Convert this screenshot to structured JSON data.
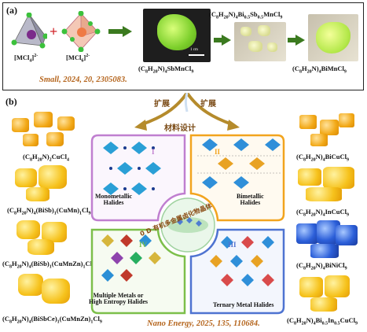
{
  "panel_a": {
    "label": "(a)",
    "left_formula_1": "[MCl4]2-",
    "left_formula_2": "[MCl6]2-",
    "plus": "+",
    "product_1": "(C8H20N)4SbMnCl9",
    "product_2": "(C8H20N)4Bi0.5Sb0.5MnCl9",
    "product_3": "(C8H20N)4BiMnCl9",
    "scale": "1 cm",
    "journal": "Small, 2024, 20, 2305083."
  },
  "panel_b": {
    "label": "(b)",
    "expand_left": "扩展",
    "expand_right": "扩展",
    "design": "材料设计",
    "left_list": [
      "(C8H20N)2CuCl4",
      "(C8H20N)4(BiSb)1(CuMn)1Cl9",
      "(C8H20N)4(BiSb)1(CuMnZn)1Cl9",
      "(C8H20N)4(BiSbCe)1(CuMnZn)1Cl9"
    ],
    "right_list": [
      "(C8H20N)4BiCuCl9",
      "(C8H20N)4InCuCl9",
      "(C8H20N)4BiNiCl9",
      "(C8H20N)4Bi0.5In0.5CuCl9"
    ],
    "quadrants": {
      "I": "Monometallic\nHalides",
      "II": "Bimetallic\nHalides",
      "III": "Ternary Metal Halides",
      "IV": "Multiple Metals or\nHigh Entropy Halides"
    },
    "roman": [
      "I",
      "II",
      "III",
      "IV"
    ],
    "center_text": "0 D 有机多金属卤化物晶体",
    "journal": "Nano Energy, 2025, 135, 110684."
  },
  "colors": {
    "quad_I": "#c07fd0",
    "quad_II": "#f2a41e",
    "quad_III": "#4e73d1",
    "quad_IV": "#7cbf4a",
    "arrow": "#3b7a1f",
    "journal": "#b5651d"
  }
}
